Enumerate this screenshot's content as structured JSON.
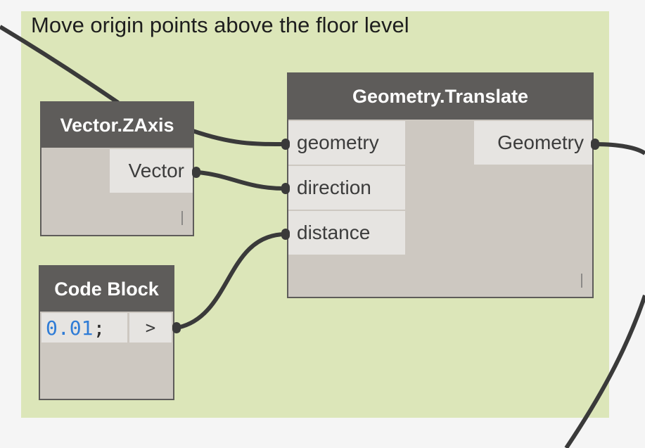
{
  "group": {
    "title": "Move origin points above the floor level",
    "color": "#dce6b9"
  },
  "nodes": {
    "zaxis": {
      "title": "Vector.ZAxis",
      "output": "Vector"
    },
    "translate": {
      "title": "Geometry.Translate",
      "inputs": [
        "geometry",
        "direction",
        "distance"
      ],
      "output": "Geometry"
    },
    "codeblock": {
      "title": "Code Block",
      "code_value": "0.01",
      "code_semicolon": ";",
      "output": ">"
    }
  },
  "colors": {
    "node_header": "#5e5c5a",
    "node_body": "#cdc8c1",
    "port": "#e6e4e1",
    "wire": "#3a3a3a",
    "code_number": "#2f7cd6"
  }
}
